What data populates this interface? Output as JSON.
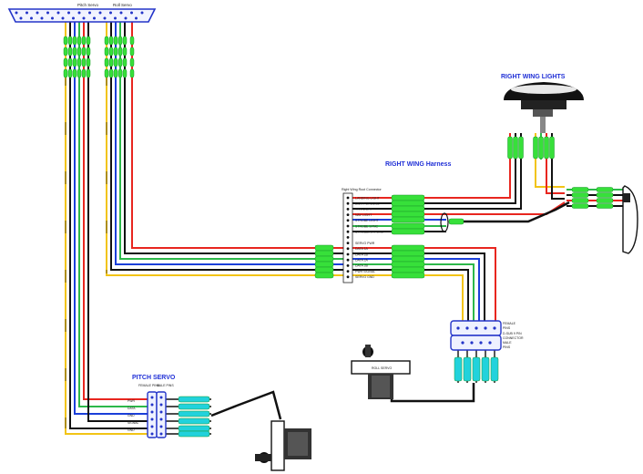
{
  "titles": {
    "right_wing_lights": "RIGHT WING LIGHTS",
    "right_wing_harness": "RIGHT WING Harness",
    "pitch_servo": "PITCH SERVO"
  },
  "top_connector": {
    "pitch_label": "Pitch Servo",
    "roll_label": "Roll Servo"
  },
  "root_connector": {
    "title": "Right Wing Root Connector",
    "pins": [
      {
        "label": "LANDING LIGHT"
      },
      {
        "label": "LIGHT GROUND"
      },
      {
        "label": "TAXI LIGHT"
      },
      {
        "label": "NAV LIGHT"
      },
      {
        "label": "STROBE LIGHT"
      },
      {
        "label": "STROBE SYNC"
      },
      {
        "label": "STROBE/NAV GND"
      },
      {
        "label": ""
      },
      {
        "label": "SERVO PWR"
      },
      {
        "label": "DATA 1A"
      },
      {
        "label": "DATA 1B"
      },
      {
        "label": "DATA 2A"
      },
      {
        "label": "DATA 2B"
      },
      {
        "label": "PWR SIGNAL"
      },
      {
        "label": "SERVO GND"
      }
    ]
  },
  "roll_connector": {
    "labels": [
      "FEMALE",
      "PINS",
      "D-SUB 9 PIN",
      "CONNECTOR",
      "MALE",
      "PINS"
    ],
    "servo_label": "ROLL SERVO"
  },
  "pitch_connector": {
    "female_label": "FEMALE PINS",
    "male_label": "MALE PINS",
    "wire_labels": [
      "PWR",
      "DATA",
      "GND",
      "SIGNAL",
      "GND"
    ]
  },
  "colors": {
    "red": "#e8261f",
    "green": "#2db84a",
    "blue": "#1b3fd9",
    "yellow": "#f2c416",
    "black": "#111111",
    "splice_green": "#37e03a",
    "splice_cyan": "#22d2dc",
    "connector_blue": "#2435c9"
  }
}
